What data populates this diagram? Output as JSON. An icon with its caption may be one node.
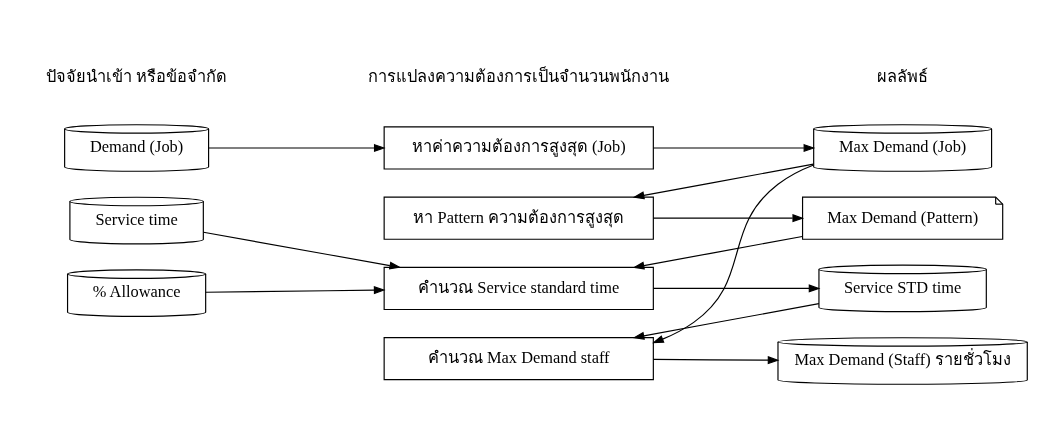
{
  "diagram": {
    "nodes": [
      {
        "text": [
          "Demand (Job)"
        ]
      },
      {
        "text": [
          "หาค่าความต้องการสูงสุด (Job)"
        ]
      },
      {
        "text": [
          "Max Demand (Job)"
        ]
      },
      {
        "text": [
          "หา Pattern ความต้องการสูงสุด"
        ]
      },
      {
        "text": [
          "Max Demand (Pattern)"
        ]
      },
      {
        "text": [
          "Service time"
        ]
      },
      {
        "text": [
          "% Allowance"
        ]
      },
      {
        "text": [
          "คำนวณ Service standard time"
        ]
      },
      {
        "text": [
          "Service STD time"
        ]
      },
      {
        "text": [
          "คำนวณ Max Demand staff"
        ]
      },
      {
        "text": [
          "Max Demand (Staff) รายชั่วโมง"
        ]
      }
    ],
    "edges": [
      {
        "from": 0,
        "to": 1,
        "arrow": "to"
      },
      {
        "from": 1,
        "to": 2,
        "arrow": "to"
      },
      {
        "from": 2,
        "to": 3,
        "arrow": "to"
      },
      {
        "from": 3,
        "to": 4,
        "arrow": "to"
      },
      {
        "from": 4,
        "to": 7,
        "arrow": "to"
      },
      {
        "from": 5,
        "to": 7,
        "arrow": "to"
      },
      {
        "from": 6,
        "to": 7,
        "arrow": "to"
      },
      {
        "from": 7,
        "to": 8,
        "arrow": "to"
      },
      {
        "from": 8,
        "to": 9,
        "arrow": "to"
      },
      {
        "from": 2,
        "to": 9,
        "arrow": "to"
      },
      {
        "from": 9,
        "to": 10,
        "arrow": "to"
      }
    ],
    "labels": [
      "ปัจจัยนำเข้า หรือข้อจำกัด",
      "การแปลงความต้องการเป็นจำนวนพนักงาน",
      "ผลลัพธ์"
    ]
  }
}
